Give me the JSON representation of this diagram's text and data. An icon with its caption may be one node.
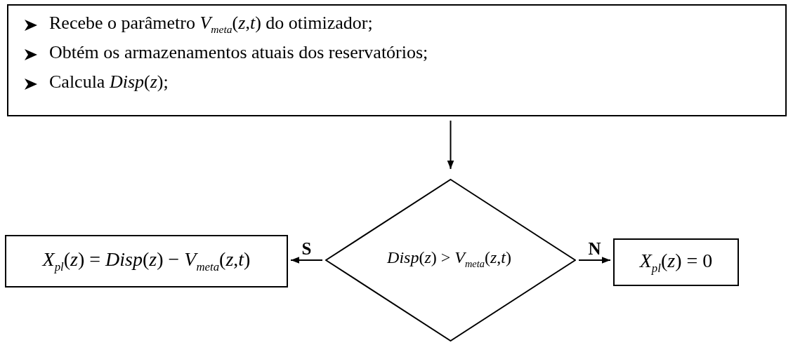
{
  "diagram": {
    "nodes": [
      {
        "text": [
          "Recebe o parâmetro *V*$_{meta}$(*z*,*t*) do otimizador;",
          "Obtém os armazenamentos atuais dos reservatórios;",
          "Calcula *Disp*(*z*);"
        ]
      },
      {
        "text": [
          "*Disp*(*z*) > *V*$_{meta}$(*z*,*t*)"
        ]
      },
      {
        "text": [
          "*X*$_{pl}$(*z*) = *Disp*(*z*) − *V*$_{meta}$(*z*,*t*)"
        ]
      },
      {
        "text": [
          "*X*$_{pl}$(*z*) = 0"
        ]
      }
    ],
    "edges": [
      {
        "from": 0,
        "to": 1,
        "arrow": "to"
      },
      {
        "from": 1,
        "to": 2,
        "arrow": "to",
        "label": "S"
      },
      {
        "from": 1,
        "to": 3,
        "arrow": "to",
        "label": "N"
      }
    ]
  }
}
